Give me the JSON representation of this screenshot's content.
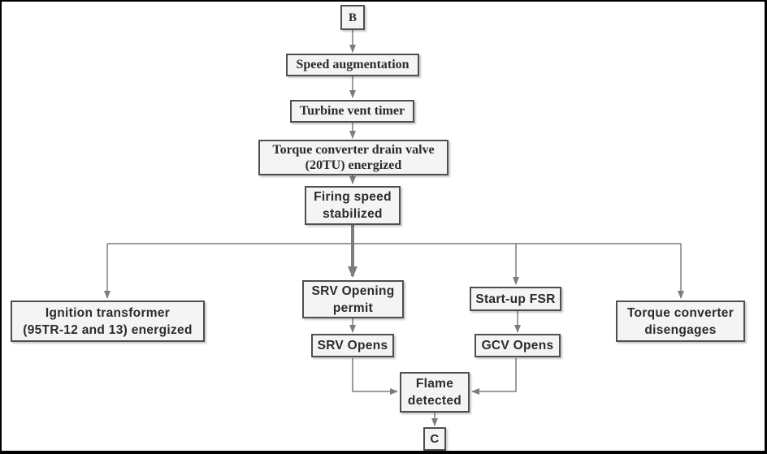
{
  "diagram": {
    "type": "flowchart",
    "nodes": {
      "b": {
        "lines": [
          "B"
        ]
      },
      "speed_augmentation": {
        "lines": [
          "Speed augmentation"
        ]
      },
      "turbine_vent_timer": {
        "lines": [
          "Turbine vent timer"
        ]
      },
      "torque_drain_valve": {
        "lines": [
          "Torque converter drain valve",
          "(20TU) energized"
        ]
      },
      "firing_speed_stabilized": {
        "lines": [
          "Firing speed",
          "stabilized"
        ]
      },
      "ignition_transformer": {
        "lines": [
          "Ignition transformer",
          "(95TR-12 and 13) energized"
        ]
      },
      "srv_opening_permit": {
        "lines": [
          "SRV Opening",
          "permit"
        ]
      },
      "srv_opens": {
        "lines": [
          "SRV Opens"
        ]
      },
      "startup_fsr": {
        "lines": [
          "Start-up FSR"
        ]
      },
      "gcv_opens": {
        "lines": [
          "GCV Opens"
        ]
      },
      "torque_disengages": {
        "lines": [
          "Torque converter",
          "disengages"
        ]
      },
      "flame_detected": {
        "lines": [
          "Flame",
          "detected"
        ]
      },
      "c": {
        "lines": [
          "C"
        ]
      }
    },
    "edges": [
      {
        "from": "b",
        "to": "speed_augmentation"
      },
      {
        "from": "speed_augmentation",
        "to": "turbine_vent_timer"
      },
      {
        "from": "turbine_vent_timer",
        "to": "torque_drain_valve"
      },
      {
        "from": "torque_drain_valve",
        "to": "firing_speed_stabilized"
      },
      {
        "from": "firing_speed_stabilized",
        "to": "ignition_transformer"
      },
      {
        "from": "firing_speed_stabilized",
        "to": "srv_opening_permit"
      },
      {
        "from": "firing_speed_stabilized",
        "to": "startup_fsr"
      },
      {
        "from": "firing_speed_stabilized",
        "to": "torque_disengages"
      },
      {
        "from": "srv_opening_permit",
        "to": "srv_opens"
      },
      {
        "from": "startup_fsr",
        "to": "gcv_opens"
      },
      {
        "from": "srv_opens",
        "to": "flame_detected"
      },
      {
        "from": "gcv_opens",
        "to": "flame_detected"
      },
      {
        "from": "flame_detected",
        "to": "c"
      }
    ],
    "colors": {
      "line": "#7d7d7d",
      "box_fill": "#f4f4f4",
      "box_border": "#4f4f4f",
      "text": "#2b2b2b",
      "frame": "#000000"
    }
  }
}
